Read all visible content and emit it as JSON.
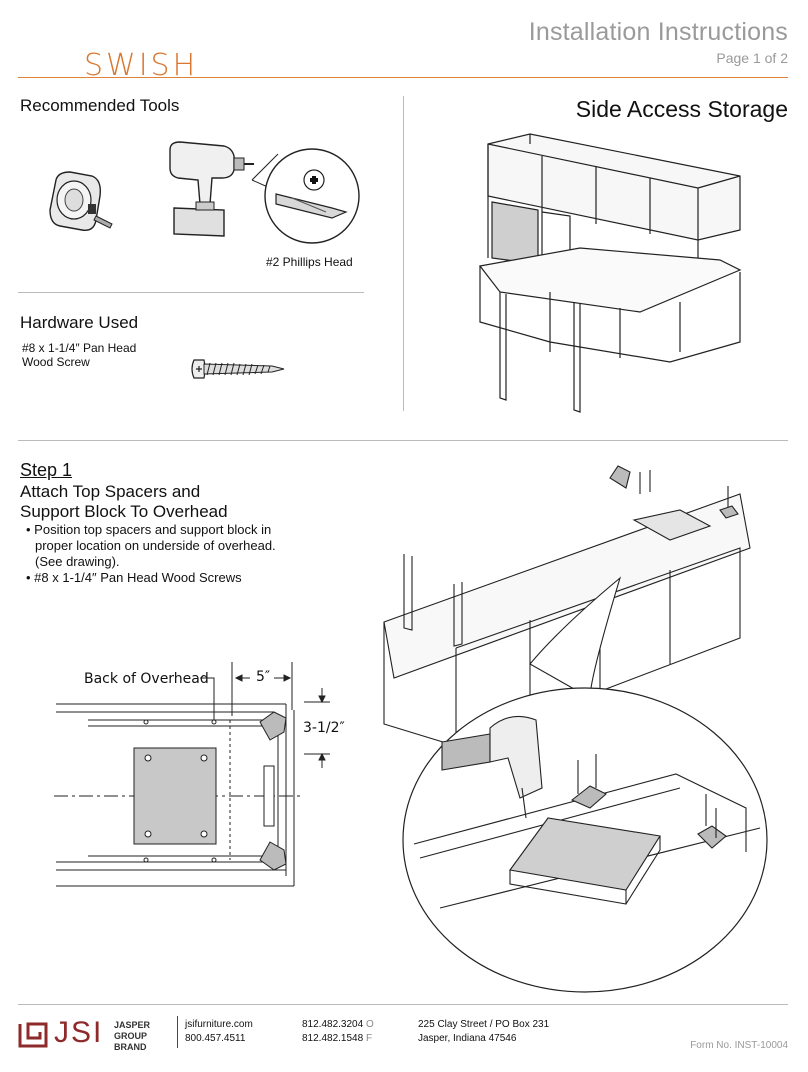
{
  "header": {
    "title": "Installation Instructions",
    "page": "Page 1 of 2",
    "brand": "SWISH"
  },
  "tools": {
    "heading": "Recommended Tools",
    "bit_label": "#2 Phillips Head"
  },
  "hardware": {
    "heading": "Hardware Used",
    "screw_line1": "#8 x 1-1/4″ Pan Head",
    "screw_line2": "Wood Screw"
  },
  "product": {
    "title": "Side Access Storage"
  },
  "step": {
    "label": "Step 1",
    "title_line1": "Attach Top Spacers and",
    "title_line2": "Support Block To Overhead",
    "bullets": [
      "Position top spacers and support block in proper location on underside of overhead. (See drawing).",
      "#8 x 1-1/4″ Pan Head Wood Screws"
    ],
    "bullet1_line1": "Position top spacers and support block in",
    "bullet1_line2": "proper location on underside of overhead.",
    "bullet1_line3": "(See drawing).",
    "bullet2": "#8 x 1-1/4″ Pan Head Wood Screws"
  },
  "diagram": {
    "back_label": "Back of Overhead",
    "dim_width": "5″",
    "dim_height": "3-1/2″"
  },
  "footer": {
    "logo": "JSI",
    "group1": "JASPER",
    "group2": "GROUP",
    "group3": "BRAND",
    "web": "jsifurniture.com",
    "phone_tollfree": "800.457.4511",
    "phone_o": "812.482.3204",
    "phone_o_suffix": "O",
    "phone_f": "812.482.1548",
    "phone_f_suffix": "F",
    "address1": "225 Clay Street / PO Box 231",
    "address2": "Jasper, Indiana 47546",
    "form_no": "Form No. INST-10004"
  },
  "colors": {
    "accent": "#d9762f",
    "gray_text": "#9a9a9a",
    "brand_red": "#8e2a2a"
  }
}
